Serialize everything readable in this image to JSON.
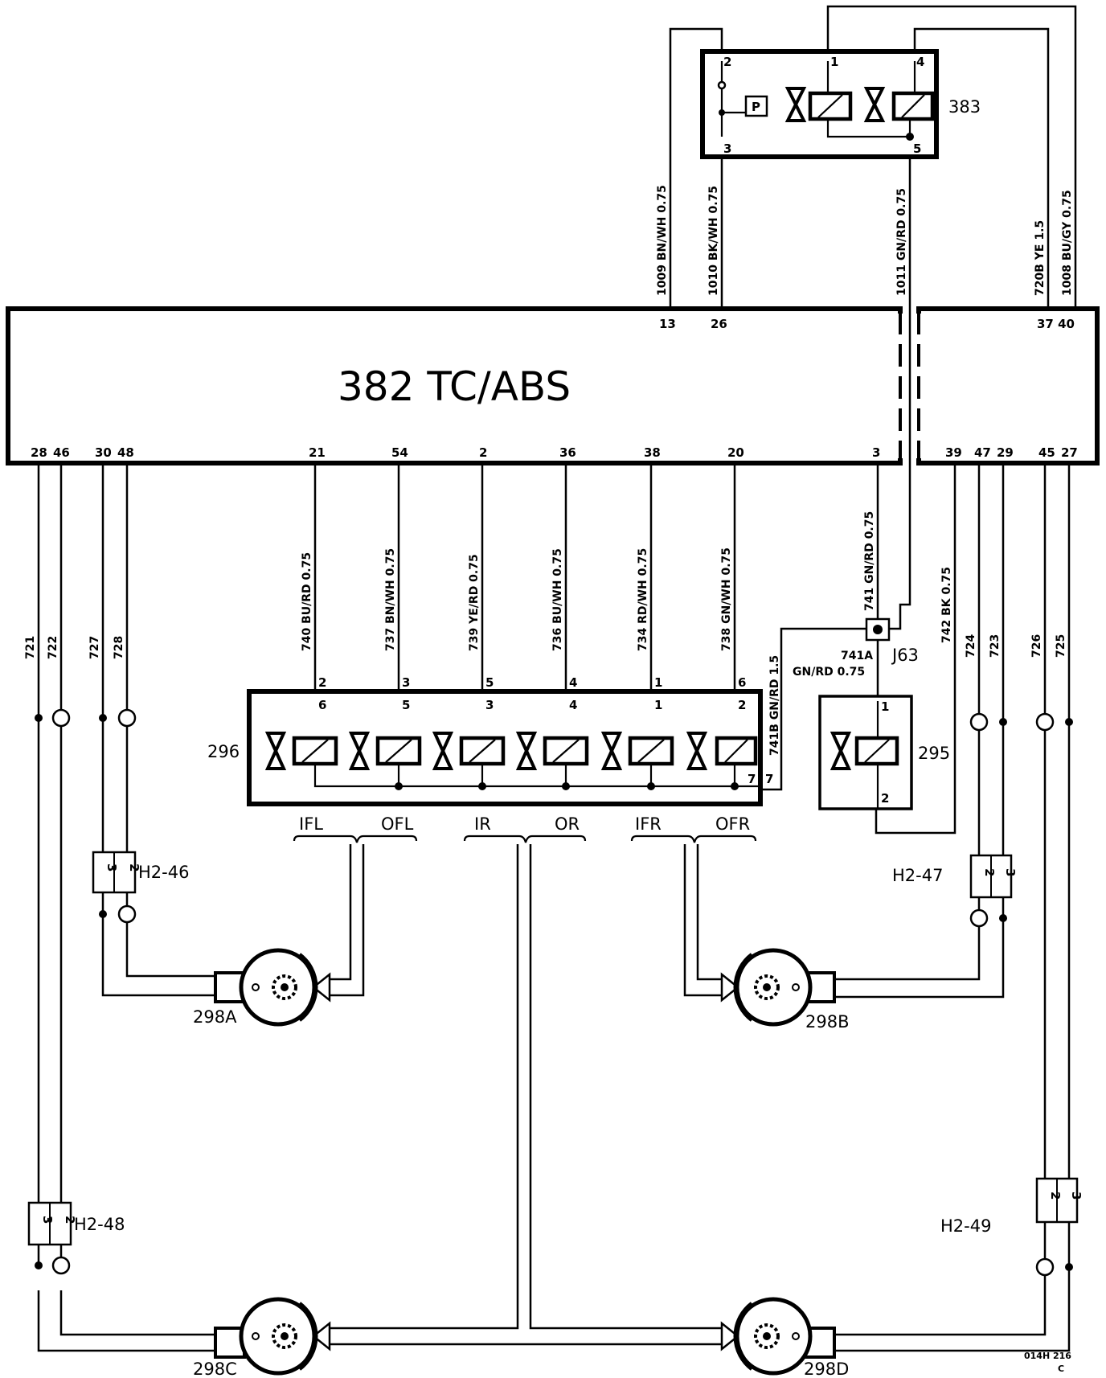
{
  "ecu": {
    "title": "382 TC/ABS",
    "top_pins": [
      "13",
      "26",
      "37 40"
    ],
    "bottom_pins_left": [
      "28",
      "46",
      "30",
      "48"
    ],
    "bottom_pins_mid": [
      "21",
      "54",
      "2",
      "36",
      "38",
      "20",
      "3"
    ],
    "bottom_pins_right": [
      "39",
      "47",
      "29",
      "45",
      "27"
    ]
  },
  "comp383": {
    "label": "383",
    "pins": [
      "2",
      "1",
      "4",
      "3",
      "5"
    ],
    "sensor": "P"
  },
  "comp296": {
    "label": "296",
    "pins_top_outer": [
      "2",
      "3",
      "5",
      "4",
      "1",
      "6"
    ],
    "pins_top_inner": [
      "6",
      "5",
      "3",
      "4",
      "1",
      "2"
    ],
    "pin_right": "7",
    "pin_right_outer": "7",
    "channels": [
      "IFL",
      "OFL",
      "IR",
      "OR",
      "IFR",
      "OFR"
    ]
  },
  "comp295": {
    "label": "295",
    "pin_top": "1",
    "pin_bottom": "2"
  },
  "junction": {
    "label": "J63",
    "wire_741a_a": "741A",
    "wire_741a_b": "GN/RD  0.75"
  },
  "wires": {
    "w1009": "1009  BN/WH  0.75",
    "w1010": "1010  BK/WH  0.75",
    "w1011": "1011  GN/RD  0.75",
    "w720b": "720B  YE  1.5",
    "w1008": "1008  BU/GY  0.75",
    "w740": "740  BU/RD  0.75",
    "w737": "737  BN/WH  0.75",
    "w739": "739  YE/RD  0.75",
    "w736": "736  BU/WH  0.75",
    "w734": "734  RD/WH  0.75",
    "w738": "738  GN/WH  0.75",
    "w741": "741  GN/RD  0.75",
    "w741b": "741B  GN/RD  1.5",
    "w742": "742  BK  0.75",
    "n721": "721",
    "n722": "722",
    "n727": "727",
    "n728": "728",
    "n724": "724",
    "n723": "723",
    "n726": "726",
    "n725": "725"
  },
  "connectors": {
    "h246": "H2-46",
    "h247": "H2-47",
    "h248": "H2-48",
    "h249": "H2-49",
    "pin_a": "3",
    "pin_b": "2"
  },
  "sensors": {
    "a": "298A",
    "b": "298B",
    "c": "298C",
    "d": "298D"
  },
  "footer": {
    "code": "014H  216",
    "rev": "C"
  }
}
